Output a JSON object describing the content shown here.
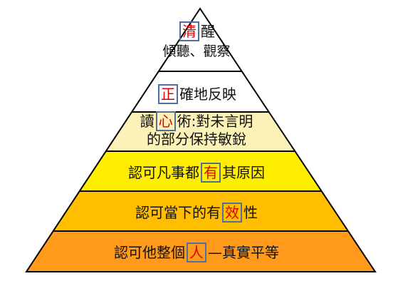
{
  "colors": {
    "outline": "#000000",
    "highlight_text": "#e00000",
    "highlight_border": "#4f6f9f"
  },
  "pyramid": {
    "levels": [
      {
        "id": "top",
        "fill": "#ffffff",
        "line1": {
          "pre": "",
          "key": "清",
          "post": "醒"
        },
        "line2": "傾聽、觀察"
      },
      {
        "id": "level-2",
        "fill": "#ffffff",
        "line1": {
          "pre": "",
          "key": "正",
          "post": "確地反映"
        }
      },
      {
        "id": "level-3",
        "fill": "#fcf2b8",
        "line1": {
          "pre": "讀",
          "key": "心",
          "post": "術:對未言明"
        },
        "line2": "的部分保持敏銳"
      },
      {
        "id": "level-4",
        "fill": "#ffee00",
        "line1": {
          "pre": "認可凡事都",
          "key": "有",
          "post": "其原因"
        }
      },
      {
        "id": "level-5",
        "fill": "#ffbf00",
        "line1": {
          "pre": "認可當下的有",
          "key": "效",
          "post": "性"
        }
      },
      {
        "id": "level-6",
        "fill": "#ff9a1a",
        "line1": {
          "pre": "認可他整個",
          "key": "人",
          "post": "—真實平等"
        }
      }
    ]
  }
}
